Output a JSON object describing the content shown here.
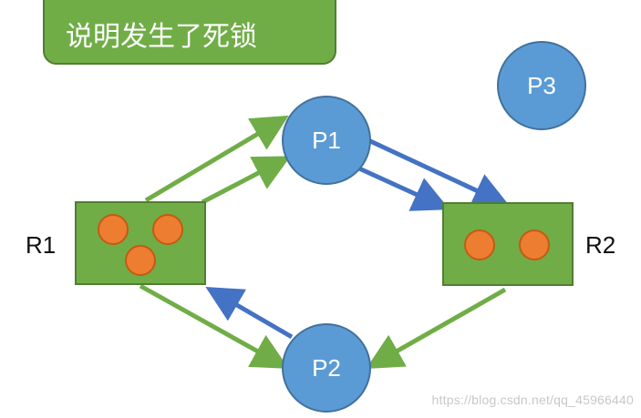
{
  "banner": {
    "text": "说明发生了死锁"
  },
  "processes": [
    {
      "id": "P1",
      "label": "P1"
    },
    {
      "id": "P2",
      "label": "P2"
    },
    {
      "id": "P3",
      "label": "P3"
    }
  ],
  "resources": [
    {
      "id": "R1",
      "label": "R1",
      "instances": 3
    },
    {
      "id": "R2",
      "label": "R2",
      "instances": 2
    }
  ],
  "edges": [
    {
      "from": "R1",
      "to": "P1",
      "kind": "assignment",
      "color": "#70ad47"
    },
    {
      "from": "R1",
      "to": "P1",
      "kind": "assignment",
      "color": "#70ad47"
    },
    {
      "from": "P1",
      "to": "R2",
      "kind": "request",
      "color": "#4472c4"
    },
    {
      "from": "P1",
      "to": "R2",
      "kind": "request",
      "color": "#4472c4"
    },
    {
      "from": "R1",
      "to": "P2",
      "kind": "assignment",
      "color": "#70ad47"
    },
    {
      "from": "P2",
      "to": "R1",
      "kind": "request",
      "color": "#4472c4"
    },
    {
      "from": "R2",
      "to": "P2",
      "kind": "assignment",
      "color": "#70ad47"
    }
  ],
  "colors": {
    "process_fill": "#5b9bd5",
    "process_stroke": "#41719c",
    "resource_fill": "#70ad47",
    "resource_stroke": "#507e32",
    "instance_fill": "#ed7d31",
    "instance_stroke": "#c55a11",
    "banner_fill": "#70ad47",
    "banner_stroke": "#507e32"
  },
  "watermark": "https://blog.csdn.net/qq_45966440"
}
